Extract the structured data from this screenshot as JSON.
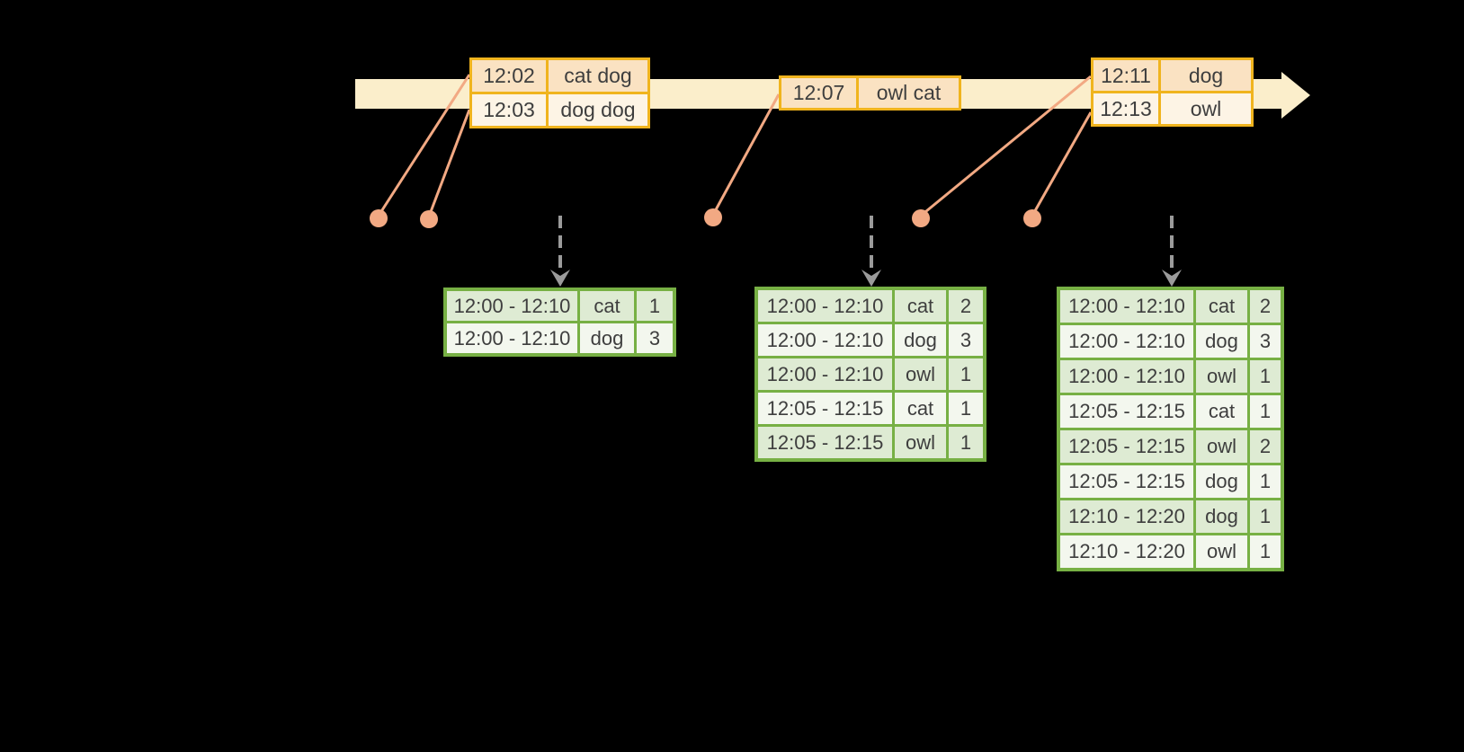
{
  "colors": {
    "background": "#000000",
    "timeline_band": "#FBEECB",
    "event_border": "#F0B41E",
    "event_row_peach": "#FAE2C2",
    "event_row_cream": "#FDF4E5",
    "connector_salmon": "#F2A983",
    "result_border": "#77B044",
    "result_row_green": "#DEEBD3",
    "result_row_white": "#F3F7EE",
    "trigger_arrow_gray": "#9B9B9B",
    "text": "#3E3E3E"
  },
  "event_tables": [
    {
      "rows": [
        {
          "time": "12:02",
          "words": "cat dog"
        },
        {
          "time": "12:03",
          "words": "dog dog"
        }
      ]
    },
    {
      "rows": [
        {
          "time": "12:07",
          "words": "owl cat"
        }
      ]
    },
    {
      "rows": [
        {
          "time": "12:11",
          "words": "dog"
        },
        {
          "time": "12:13",
          "words": "owl"
        }
      ]
    }
  ],
  "result_tables": [
    {
      "rows": [
        {
          "window": "12:00 - 12:10",
          "word": "cat",
          "count": "1"
        },
        {
          "window": "12:00 - 12:10",
          "word": "dog",
          "count": "3"
        }
      ]
    },
    {
      "rows": [
        {
          "window": "12:00 - 12:10",
          "word": "cat",
          "count": "2"
        },
        {
          "window": "12:00 - 12:10",
          "word": "dog",
          "count": "3"
        },
        {
          "window": "12:00 - 12:10",
          "word": "owl",
          "count": "1"
        },
        {
          "window": "12:05 - 12:15",
          "word": "cat",
          "count": "1"
        },
        {
          "window": "12:05 - 12:15",
          "word": "owl",
          "count": "1"
        }
      ]
    },
    {
      "rows": [
        {
          "window": "12:00 - 12:10",
          "word": "cat",
          "count": "2"
        },
        {
          "window": "12:00 - 12:10",
          "word": "dog",
          "count": "3"
        },
        {
          "window": "12:00 - 12:10",
          "word": "owl",
          "count": "1"
        },
        {
          "window": "12:05 - 12:15",
          "word": "cat",
          "count": "1"
        },
        {
          "window": "12:05 - 12:15",
          "word": "owl",
          "count": "2"
        },
        {
          "window": "12:05 - 12:15",
          "word": "dog",
          "count": "1"
        },
        {
          "window": "12:10 - 12:20",
          "word": "dog",
          "count": "1"
        },
        {
          "window": "12:10 - 12:20",
          "word": "owl",
          "count": "1"
        }
      ]
    }
  ]
}
